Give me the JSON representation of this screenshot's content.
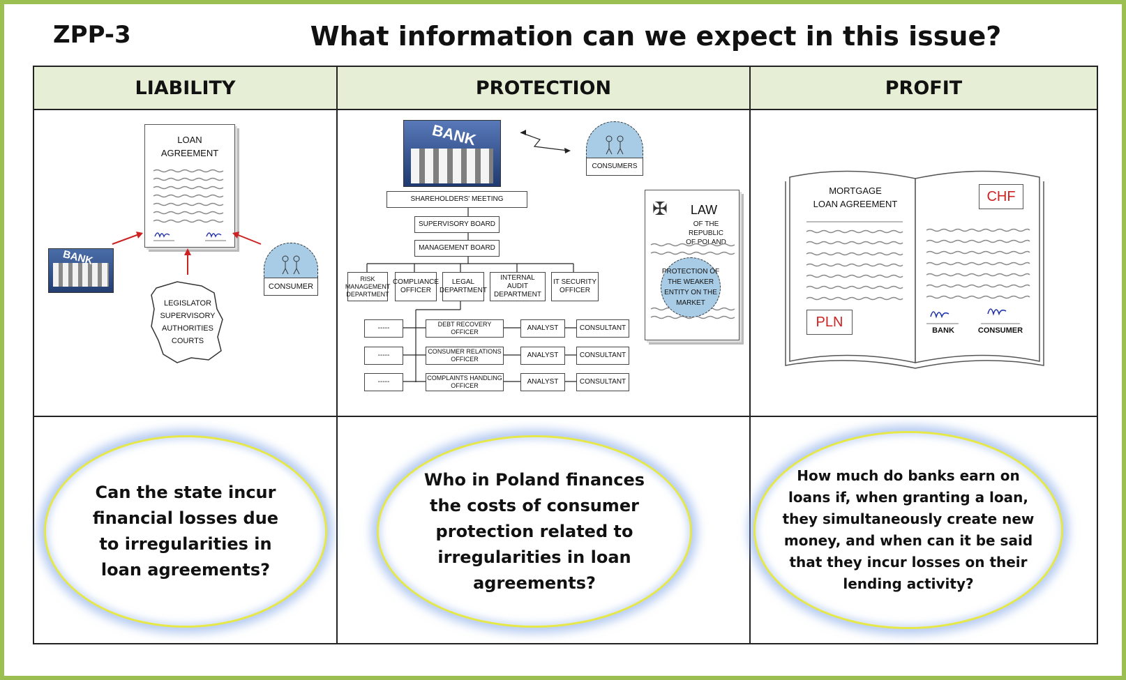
{
  "header": {
    "code": "ZPP-3",
    "title": "What information can we expect in this issue?"
  },
  "columns": [
    {
      "title": "LIABILITY",
      "question": "Can the state incur financial losses due to irregularities in loan agreements?"
    },
    {
      "title": "PROTECTION",
      "question": "Who in Poland finances the costs of consumer protection related to irregularities in loan agreements?"
    },
    {
      "title": "PROFIT",
      "question": "How much do banks earn on loans if, when granting a loan, they simultaneously create new money, and when can it be said that they incur losses on their lending activity?"
    }
  ],
  "liability": {
    "doc_line1": "LOAN",
    "doc_line2": "AGREEMENT",
    "bank": "BANK",
    "consumer": "CONSUMER",
    "map_lines": [
      "LEGISLATOR",
      "SUPERVISORY",
      "AUTHORITIES",
      "COURTS"
    ]
  },
  "protection": {
    "bank": "BANK",
    "consumers": "CONSUMERS",
    "shareholders": "SHAREHOLDERS' MEETING",
    "supervisory": "SUPERVISORY BOARD",
    "management": "MANAGEMENT BOARD",
    "departments": [
      "RISK MANAGEMENT DEPARTMENT",
      "COMPLIANCE OFFICER",
      "LEGAL DEPARTMENT",
      "INTERNAL AUDIT DEPARTMENT",
      "IT SECURITY OFFICER"
    ],
    "rows": [
      {
        "left": "-----",
        "officer": "DEBT RECOVERY OFFICER",
        "analyst": "ANALYST",
        "consultant": "CONSULTANT"
      },
      {
        "left": "-----",
        "officer": "CONSUMER RELATIONS OFFICER",
        "analyst": "ANALYST",
        "consultant": "CONSULTANT"
      },
      {
        "left": "-----",
        "officer": "COMPLAINTS HANDLING OFFICER",
        "analyst": "ANALYST",
        "consultant": "CONSULTANT"
      }
    ],
    "law_title": "LAW",
    "law_sub1": "OF THE REPUBLIC",
    "law_sub2": "OF POLAND",
    "law_circle": "PROTECTION OF THE WEAKER ENTITY ON THE MARKET"
  },
  "profit": {
    "book_line1": "MORTGAGE",
    "book_line2": "LOAN AGREEMENT",
    "currency_right": "CHF",
    "currency_left": "PLN",
    "sign_bank": "BANK",
    "sign_consumer": "CONSUMER"
  },
  "colors": {
    "frame": "#9cbf52",
    "header_bg": "#e6efd6",
    "accent_red": "#cc2222",
    "circle_blue": "#a9cce6"
  }
}
